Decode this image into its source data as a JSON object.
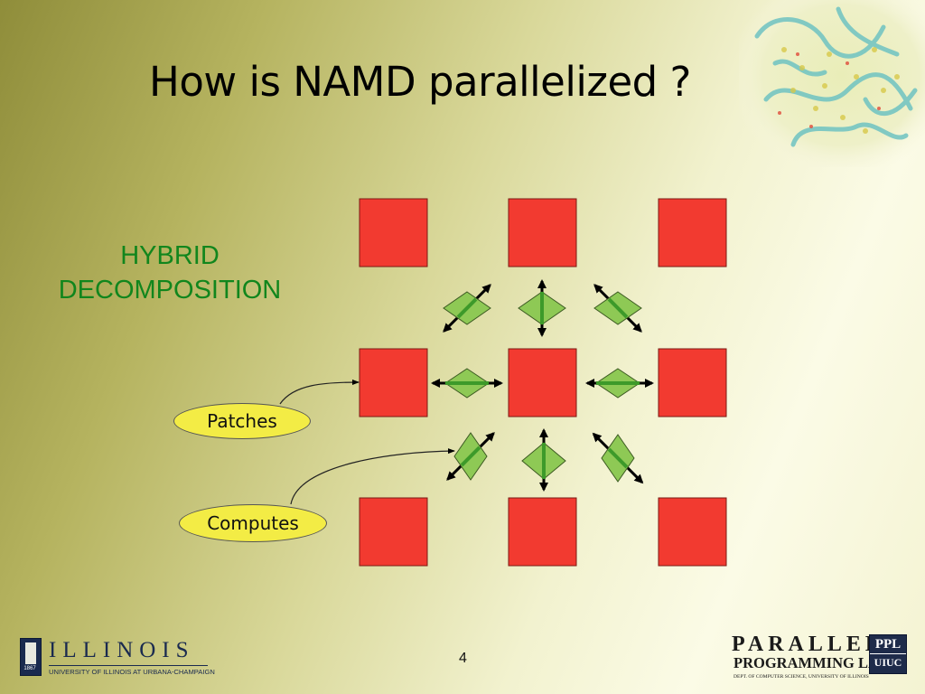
{
  "slide": {
    "title": "How is NAMD parallelized ?",
    "heading_lines": [
      "HYBRID",
      "DECOMPOSITION"
    ],
    "page_number": "4"
  },
  "diagram": {
    "patch_color": "#f23a30",
    "compute_color": "#8ec955",
    "grid": {
      "rows": 3,
      "cols": 3
    },
    "callouts": {
      "patches": "Patches",
      "computes": "Computes"
    }
  },
  "logos": {
    "illinois": {
      "wordmark": "ILLINOIS",
      "subtitle": "UNIVERSITY OF ILLINOIS AT URBANA-CHAMPAIGN",
      "year": "1867"
    },
    "ppl": {
      "name": "PARALLEL",
      "subtitle": "PROGRAMMING LAB",
      "dept": "DEPT. OF COMPUTER SCIENCE, UNIVERSITY OF ILLINOIS",
      "badge_top": "PPL",
      "badge_bottom": "UIUC"
    }
  }
}
